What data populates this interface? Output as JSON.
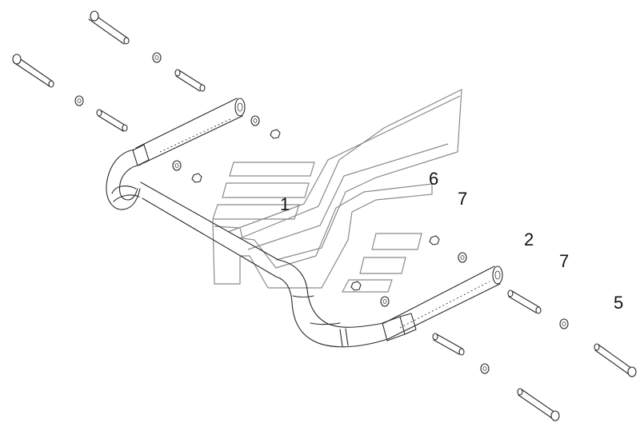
{
  "diagram": {
    "callouts": [
      {
        "id": "callout-1",
        "text": "1"
      },
      {
        "id": "callout-6",
        "text": "6"
      },
      {
        "id": "callout-7a",
        "text": "7"
      },
      {
        "id": "callout-2",
        "text": "2"
      },
      {
        "id": "callout-7b",
        "text": "7"
      },
      {
        "id": "callout-5",
        "text": "5"
      }
    ]
  },
  "colors": {
    "line": "#2a2a2a",
    "watermark": "#8a8a8a",
    "background": "#ffffff"
  }
}
